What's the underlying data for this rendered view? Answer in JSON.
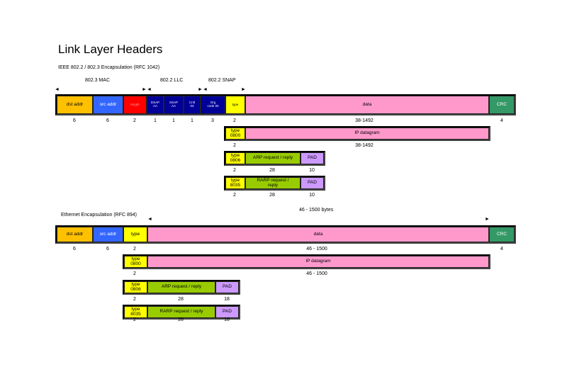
{
  "title": "Link Layer Headers",
  "ieee": {
    "subtitle": "IEEE  802.2  /  802.3  Encapsulation  (RFC  1042)",
    "group_labels": {
      "mac": "802.3  MAC",
      "llc": "802.2  LLC",
      "snap": "802.2  SNAP"
    },
    "frame": {
      "dst": "dst  addr",
      "src": "src  addr",
      "len": "length",
      "dsap": "DSAP\nAA",
      "ssap": "SSAP\nAA",
      "cntl": "Cntl\n03",
      "org": "Org\ncode 00",
      "type": "type",
      "data": "data",
      "crc": "CRC"
    },
    "sizes": {
      "dst": "6",
      "src": "6",
      "len": "2",
      "dsap": "1",
      "ssap": "1",
      "cntl": "1",
      "org": "3",
      "type": "2",
      "data": "38-1492",
      "crc": "4"
    },
    "ip": {
      "type": "type\n0800",
      "payload": "IP  datagram",
      "type_size": "2",
      "payload_size": "38-1492"
    },
    "arp": {
      "type": "type\n0806",
      "payload": "ARP  request  /  reply",
      "pad": "PAD",
      "type_size": "2",
      "payload_size": "28",
      "pad_size": "10"
    },
    "rarp": {
      "type": "type\n8035",
      "payload": "RARP  request  /\nreply",
      "pad": "PAD",
      "type_size": "2",
      "payload_size": "28",
      "pad_size": "10"
    }
  },
  "ethernet": {
    "subtitle": "Ethernet  Encapsulation  (RFC  894)",
    "bytes_label": "46  -  1500  bytes",
    "frame": {
      "dst": "dst  addr",
      "src": "src  addr",
      "type": "type",
      "data": "data",
      "crc": "CRC"
    },
    "sizes": {
      "dst": "6",
      "src": "6",
      "type": "2",
      "data": "46  -  1500",
      "crc": "4"
    },
    "ip": {
      "type": "type\n0800",
      "payload": "IP  datagram",
      "type_size": "2",
      "payload_size": "46  -  1500"
    },
    "arp": {
      "type": "type\n0806",
      "payload": "ARP  request  /  reply",
      "pad": "PAD",
      "type_size": "2",
      "payload_size": "28",
      "pad_size": "18"
    },
    "rarp": {
      "type": "type\n8035",
      "payload": "RARP  request  /  reply",
      "pad": "PAD",
      "type_size": "2",
      "payload_size": "28",
      "pad_size": "18"
    }
  },
  "colors": {
    "addr_dst": "#ffc000",
    "addr_src": "#3366ff",
    "length": "#ff0000",
    "llc": "#000099",
    "type": "#ffff00",
    "data": "#ff99cc",
    "crc": "#339966",
    "arp": "#99cc00",
    "pad": "#cc99ff"
  }
}
